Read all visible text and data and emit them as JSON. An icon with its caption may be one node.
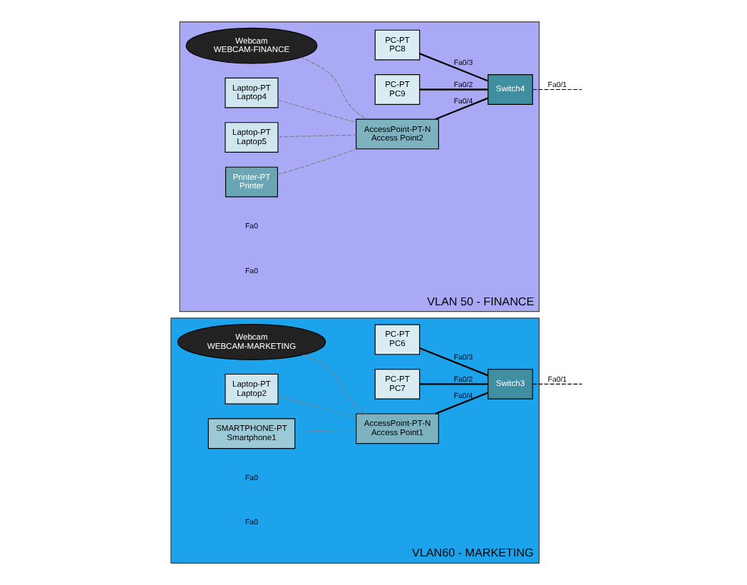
{
  "diagram": {
    "nodes": [
      {
        "text": [
          "VLAN60 - MARKETING"
        ]
      },
      {
        "text": [
          "Webcam",
          "WEBCAM-MARKETING"
        ],
        "in": 0
      },
      {
        "text": [
          "PC-PT",
          "PC6"
        ],
        "in": 0
      },
      {
        "text": [
          "Switch3"
        ],
        "in": 0
      },
      {
        "text": [
          "AccessPoint-PT-N",
          "Access Point1"
        ],
        "in": 0
      },
      {
        "text": [
          "PC-PT",
          "PC7"
        ],
        "in": 0
      },
      {
        "text": [
          "Laptop-PT",
          "Laptop2"
        ],
        "in": 0
      },
      {
        "text": [
          "SMARTPHONE-PT",
          "Smartphone1"
        ],
        "in": 0
      },
      {
        "text": [
          "VLAN 50 - FINANCE"
        ]
      },
      {
        "text": [
          "Webcam",
          "WEBCAM-FINANCE"
        ],
        "in": 8
      },
      {
        "text": [
          "PC-PT",
          "PC8"
        ],
        "in": 8
      },
      {
        "text": [
          "Switch4"
        ],
        "in": 8
      },
      {
        "text": [
          "AccessPoint-PT-N",
          "Access Point2"
        ],
        "in": 8
      },
      {
        "text": [
          "PC-PT",
          "PC9"
        ],
        "in": 8
      },
      {
        "text": [
          "Laptop-PT",
          "Laptop4"
        ],
        "in": 8
      },
      {
        "text": [
          "Laptop-PT",
          "Laptop5"
        ],
        "in": 8
      },
      {
        "text": [
          "Printer-PT",
          "Printer"
        ],
        "in": 8
      }
    ],
    "edges": [
      {
        "from": 2,
        "to": 3,
        "arrow": "none",
        "label": "Fa0/3"
      },
      {
        "from": 3,
        "to": null,
        "arrow": "none",
        "style": "dashed",
        "label": "Fa0/1"
      },
      {
        "from": 4,
        "to": 3,
        "arrow": "none",
        "label": "Fa0/4"
      },
      {
        "from": 5,
        "to": 3,
        "arrow": "none",
        "label": "Fa0/2"
      },
      {
        "from": 1,
        "to": 4,
        "arrow": "none",
        "style": "dashed",
        "color": "#808080"
      },
      {
        "from": 6,
        "to": 4,
        "arrow": "none",
        "style": "dashed",
        "color": "#808080"
      },
      {
        "from": 7,
        "to": 4,
        "arrow": "none",
        "style": "dashed",
        "color": "#808080"
      },
      {
        "from": 10,
        "to": 11,
        "arrow": "none",
        "label": "Fa0/3"
      },
      {
        "from": 11,
        "to": null,
        "arrow": "none",
        "style": "dashed",
        "label": "Fa0/1"
      },
      {
        "from": 12,
        "to": 11,
        "arrow": "none",
        "label": "Fa0/4"
      },
      {
        "from": 13,
        "to": 11,
        "arrow": "none",
        "label": "Fa0/2"
      },
      {
        "from": 9,
        "to": 12,
        "arrow": "none",
        "style": "dashed",
        "color": "#808080"
      },
      {
        "from": 14,
        "to": 12,
        "arrow": "none",
        "style": "dashed",
        "color": "#808080"
      },
      {
        "from": 15,
        "to": 12,
        "arrow": "none",
        "style": "dashed",
        "color": "#808080"
      },
      {
        "from": 16,
        "to": 12,
        "arrow": "none",
        "style": "dashed",
        "color": "#808080"
      }
    ],
    "labels": [
      "Fa0",
      "Fa0",
      "Fa0",
      "Fa0"
    ]
  }
}
